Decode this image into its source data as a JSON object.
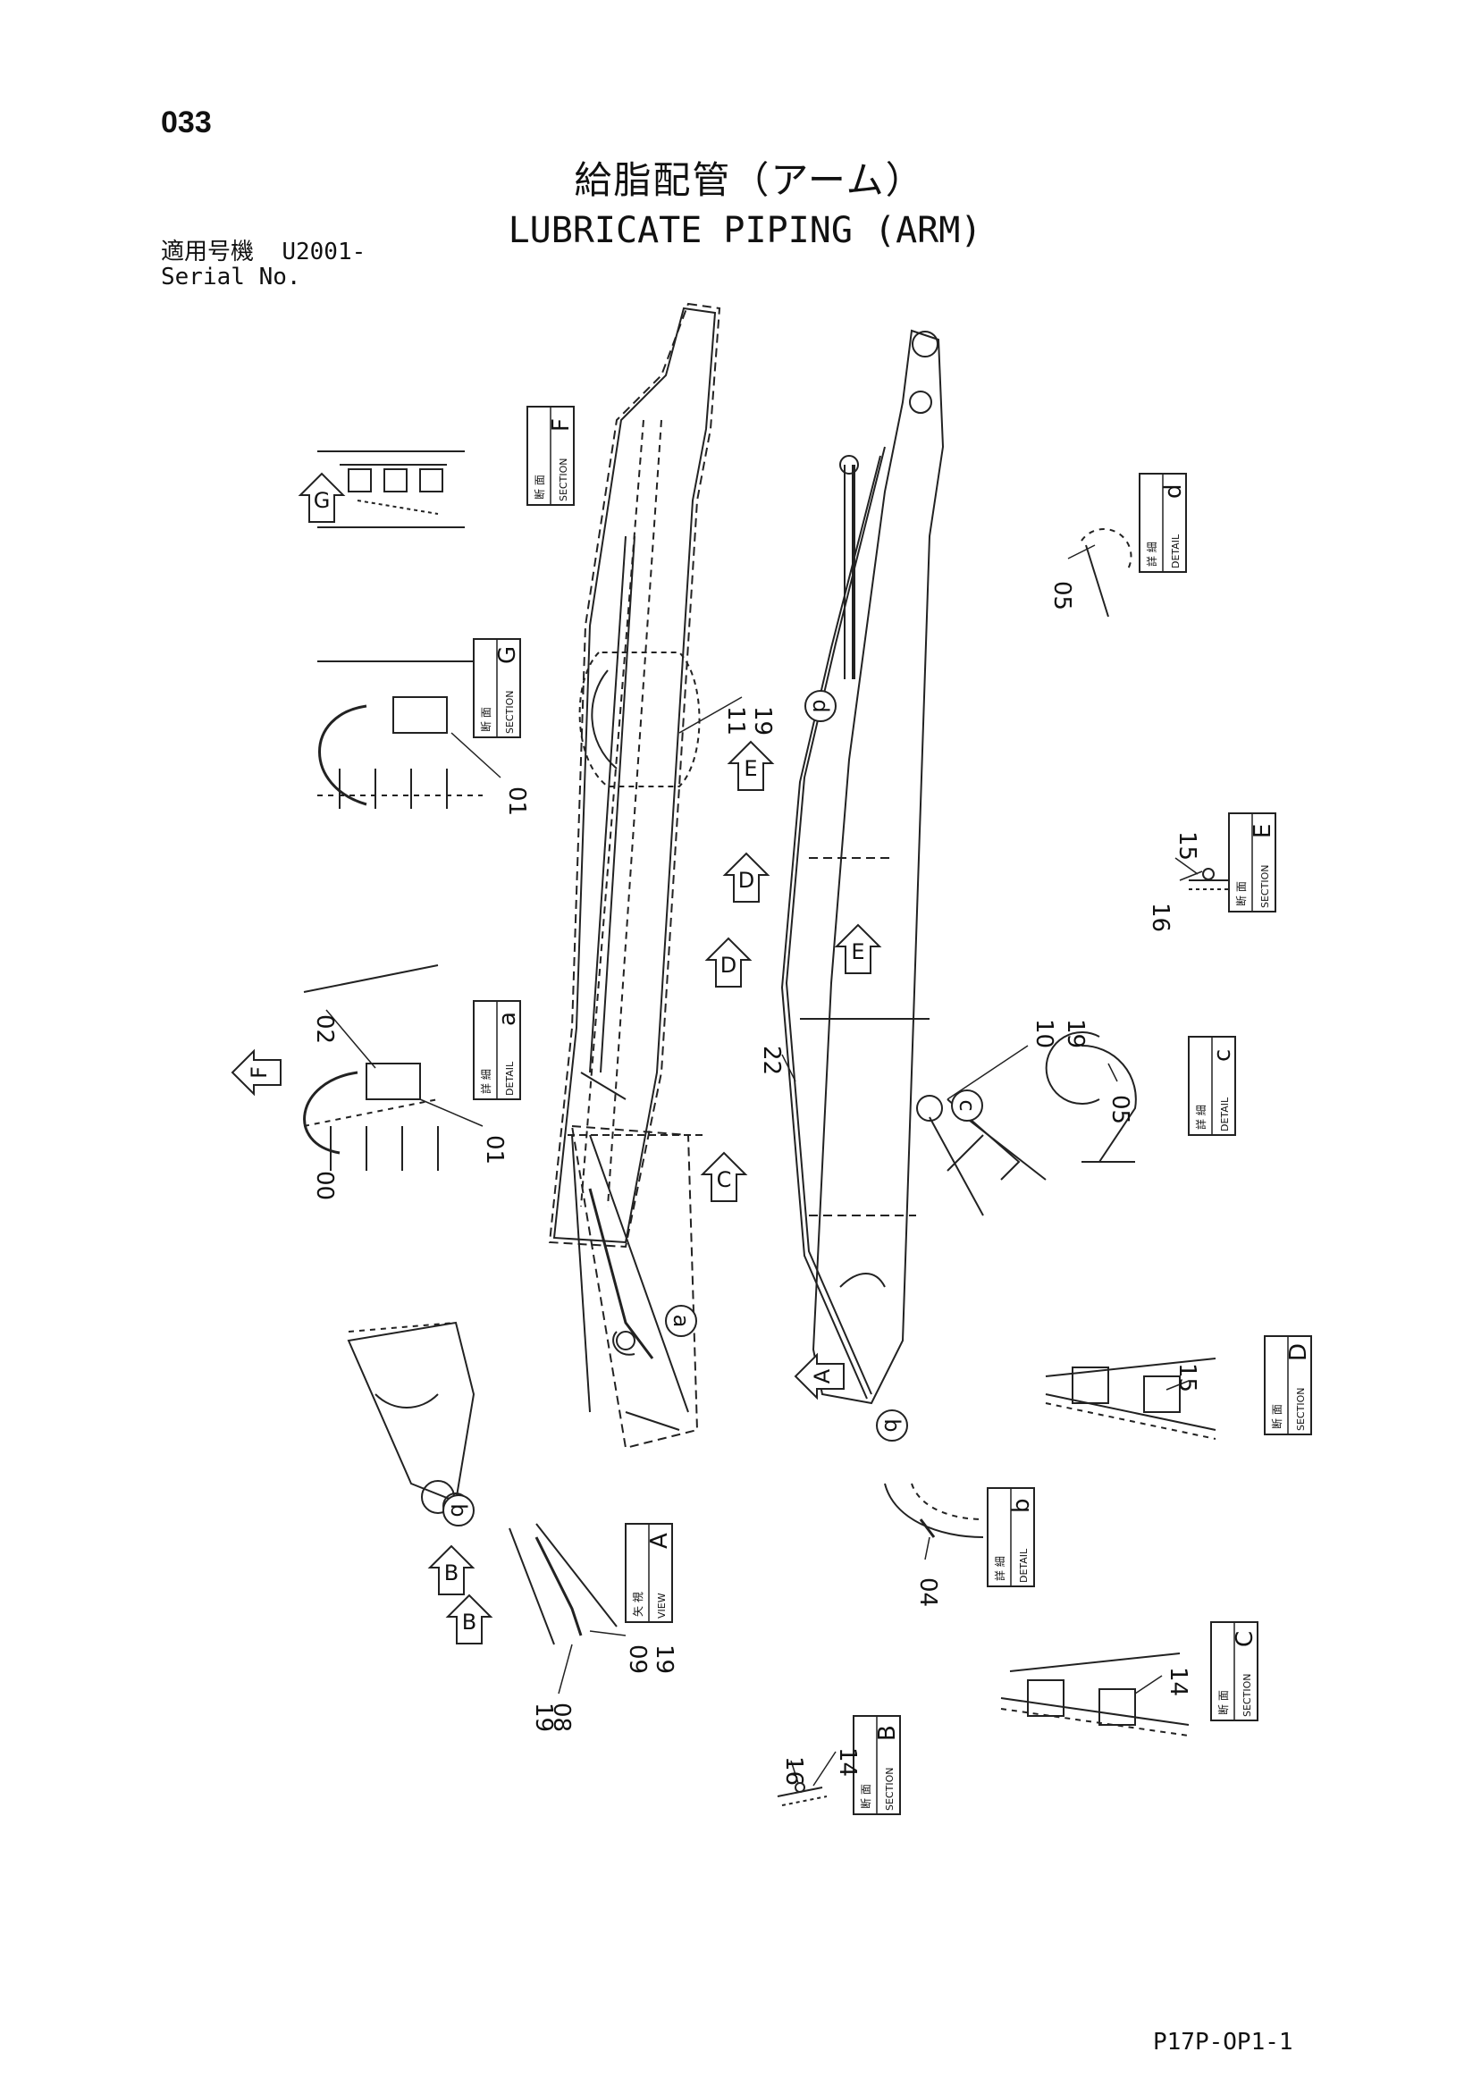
{
  "header": {
    "page_number": "033",
    "title_jp": "給脂配管（アーム）",
    "title_en": "LUBRICATE PIPING (ARM)",
    "serial_label_jp": "適用号機",
    "serial_value": "U2001-",
    "serial_label_en": "Serial No."
  },
  "labels": {
    "section_jp": "断 面",
    "detail_jp": "詳 細",
    "view_jp": "矢 視",
    "section_word": "SECTION",
    "detail_word": "DETAIL",
    "view_word": "VIEW"
  },
  "callout_boxes": [
    {
      "kind": "section",
      "letter": "F"
    },
    {
      "kind": "detail",
      "letter": "d"
    },
    {
      "kind": "section",
      "letter": "G"
    },
    {
      "kind": "section",
      "letter": "E"
    },
    {
      "kind": "detail",
      "letter": "a"
    },
    {
      "kind": "detail",
      "letter": "c"
    },
    {
      "kind": "section",
      "letter": "D"
    },
    {
      "kind": "detail",
      "letter": "b"
    },
    {
      "kind": "view",
      "letter": "A"
    },
    {
      "kind": "section",
      "letter": "C"
    },
    {
      "kind": "section",
      "letter": "B"
    }
  ],
  "part_numbers": [
    "11",
    "19",
    "01",
    "05",
    "15",
    "16",
    "02",
    "01",
    "00",
    "22",
    "10",
    "19",
    "05",
    "15",
    "04",
    "09",
    "19",
    "19",
    "08",
    "14",
    "16",
    "14"
  ],
  "view_arrows": [
    "G",
    "E",
    "D",
    "D",
    "E",
    "F",
    "C",
    "A",
    "B",
    "B"
  ],
  "circle_markers": [
    "d",
    "c",
    "a",
    "b",
    "b"
  ],
  "footer": {
    "drawing_code": "P17P-OP1-1"
  }
}
